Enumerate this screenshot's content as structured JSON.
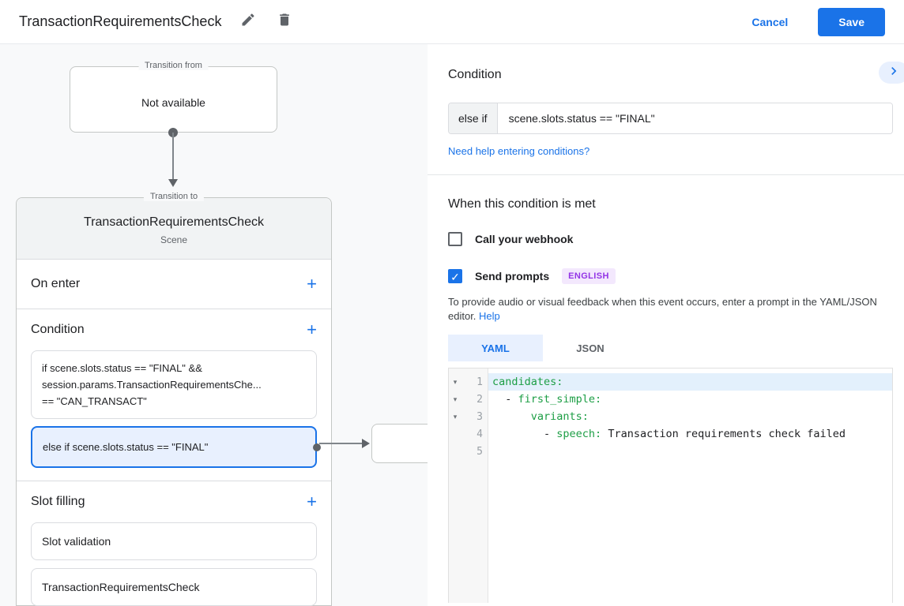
{
  "colors": {
    "accent_blue": "#1a73e8",
    "selected_fill": "#e8f0fe",
    "badge_purple_bg": "#f3e8fd",
    "badge_purple_text": "#9334e6",
    "yaml_key_green": "#1d9e45",
    "line_highlight": "#e3f0fc"
  },
  "icons": {
    "edit": "pencil-icon",
    "delete": "trash-icon",
    "collapse": "chevron-right-icon",
    "add": "plus-icon",
    "fold": "triangle-down-icon"
  },
  "app_bar": {
    "title": "TransactionRequirementsCheck",
    "cancel_label": "Cancel",
    "save_label": "Save"
  },
  "diagram": {
    "transition_from": {
      "legend": "Transition from",
      "content": "Not available"
    },
    "scene_card": {
      "legend": "Transition to",
      "title": "TransactionRequirementsCheck",
      "subtitle": "Scene",
      "on_enter": {
        "label": "On enter",
        "add_label": "+"
      },
      "condition": {
        "label": "Condition",
        "add_label": "+",
        "item1_line1": "if scene.slots.status == \"FINAL\" &&",
        "item1_line2": "session.params.TransactionRequirementsChe...",
        "item1_line3": "== \"CAN_TRANSACT\"",
        "item2_line1": "else if scene.slots.status == \"FINAL\""
      },
      "slot_filling": {
        "label": "Slot filling",
        "add_label": "+",
        "item1": "Slot validation",
        "item2": "TransactionRequirementsCheck"
      }
    }
  },
  "panel": {
    "header": "Condition",
    "condition_row": {
      "prefix": "else if",
      "value": "scene.slots.status == \"FINAL\""
    },
    "help_link": "Need help entering conditions?",
    "section_title": "When this condition is met",
    "webhook_checkbox": {
      "label": "Call your webhook",
      "checked": false
    },
    "prompts_checkbox": {
      "label": "Send prompts",
      "checked": true,
      "badge": "ENGLISH"
    },
    "description": "To provide audio or visual feedback when this event occurs, enter a prompt in the YAML/JSON editor.",
    "description_link": "Help",
    "tabs": {
      "yaml": "YAML",
      "json": "JSON"
    },
    "editor": {
      "lines": [
        {
          "num": "1",
          "fold": "▾",
          "pre": "",
          "key": "candidates:",
          "rest": ""
        },
        {
          "num": "2",
          "fold": "▾",
          "pre": "  - ",
          "key": "first_simple:",
          "rest": ""
        },
        {
          "num": "3",
          "fold": "▾",
          "pre": "      ",
          "key": "variants:",
          "rest": ""
        },
        {
          "num": "4",
          "fold": "",
          "pre": "        - ",
          "key": "speech:",
          "rest": " Transaction requirements check failed"
        },
        {
          "num": "5",
          "fold": "",
          "pre": "",
          "key": "",
          "rest": ""
        }
      ]
    }
  }
}
